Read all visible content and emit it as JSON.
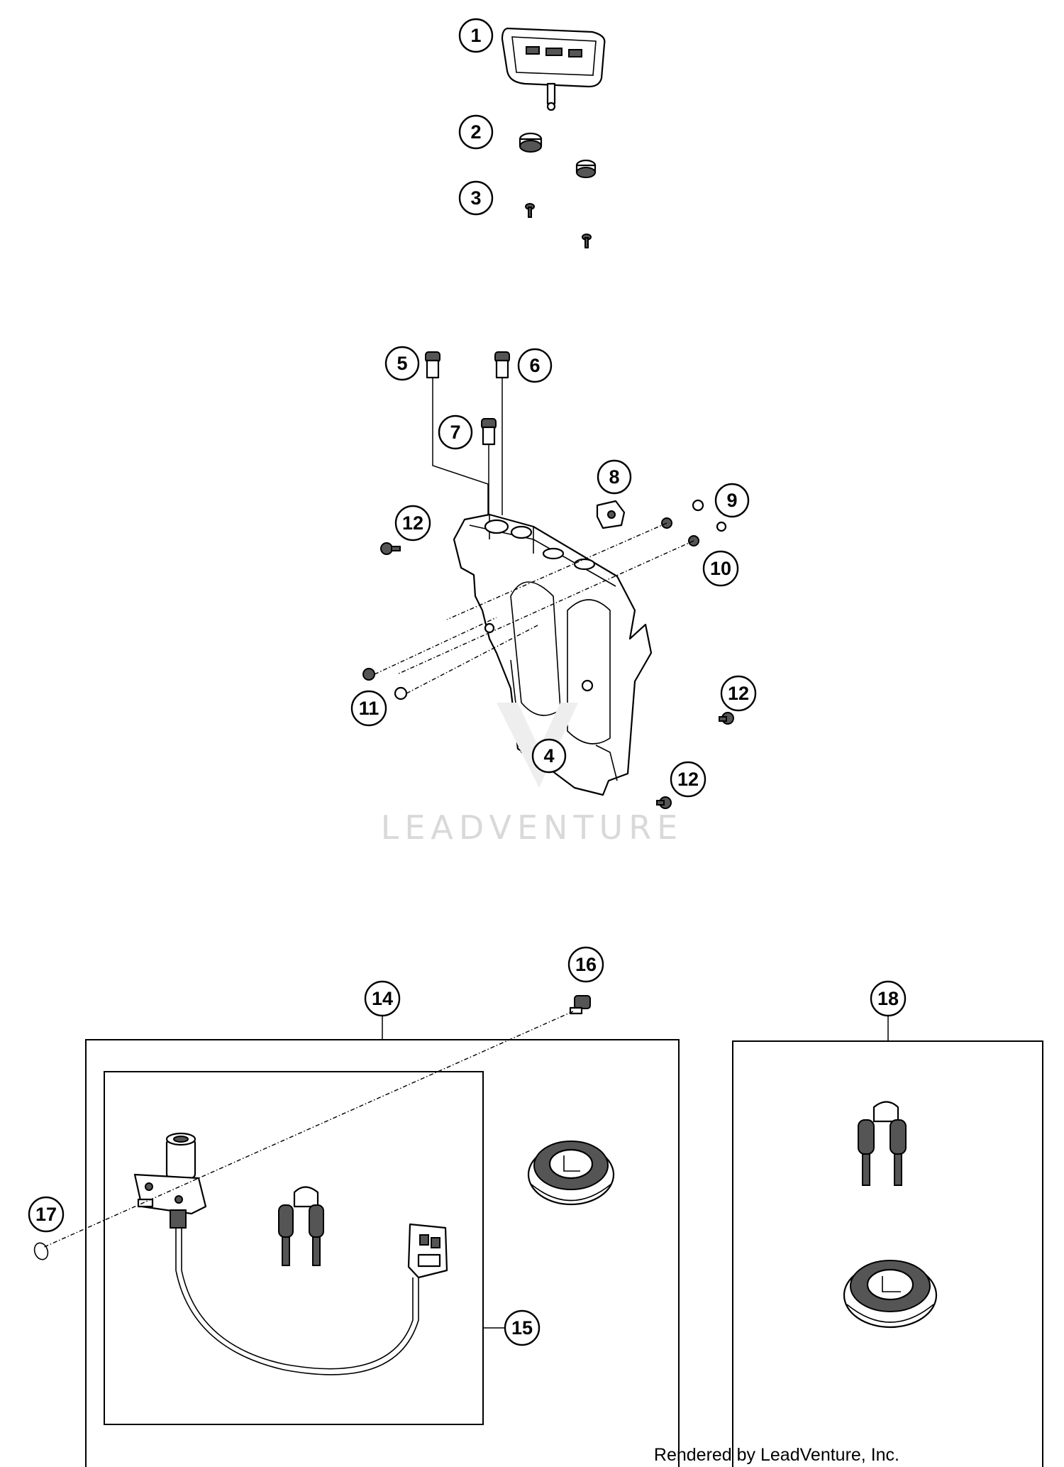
{
  "callouts": [
    "1",
    "2",
    "3",
    "4",
    "5",
    "6",
    "7",
    "8",
    "9",
    "10",
    "11",
    "12",
    "12",
    "12",
    "12",
    "14",
    "15",
    "16",
    "17",
    "18"
  ],
  "watermark": "LEADVENTURE",
  "footer": "Rendered by LeadVenture, Inc."
}
